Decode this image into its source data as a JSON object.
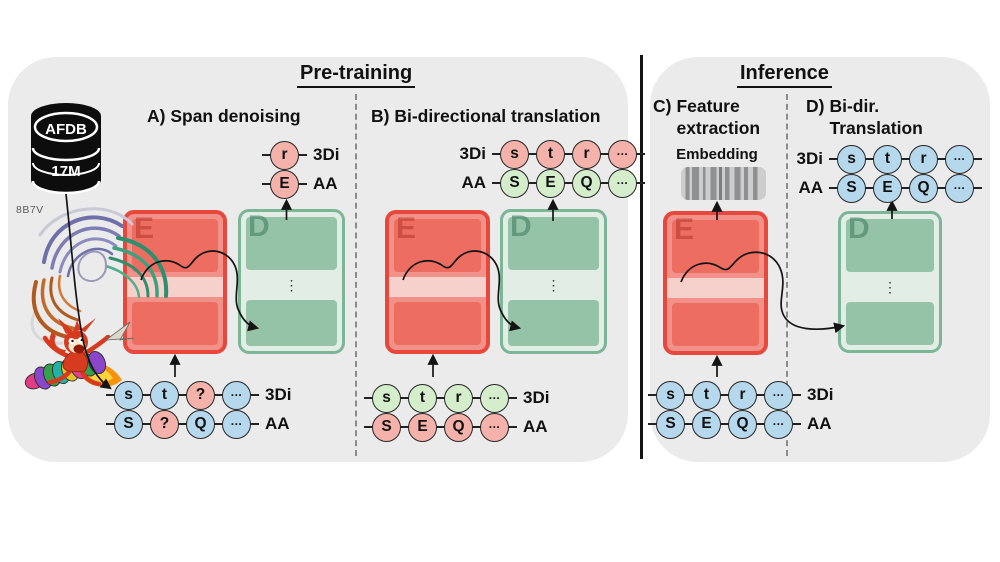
{
  "titles": {
    "pretraining": "Pre-training",
    "inference": "Inference",
    "a": "A) Span denoising",
    "b": "B) Bi-directional translation",
    "c_prefix": "C)",
    "c_line1": "Feature",
    "c_line2": "extraction",
    "d_prefix": "D)",
    "d_line1": "Bi-dir.",
    "d_line2": "Translation"
  },
  "database": {
    "label_top": "AFDB",
    "label_bottom": "17M"
  },
  "protein": {
    "pdb_id": "8B7V"
  },
  "embedding": {
    "label": "Embedding"
  },
  "blocks": {
    "encoder_letter": "E",
    "decoder_letter": "D",
    "dots": "⋮"
  },
  "rows": {
    "a_out_3di": {
      "label": "3Di",
      "tokens": [
        {
          "t": "r",
          "c": "pink"
        }
      ]
    },
    "a_out_aa": {
      "label": "AA",
      "tokens": [
        {
          "t": "E",
          "c": "pink"
        }
      ]
    },
    "a_in_3di": {
      "label": "3Di",
      "tokens": [
        {
          "t": "s",
          "c": "blue"
        },
        {
          "t": "t",
          "c": "blue"
        },
        {
          "t": "?",
          "c": "pink"
        },
        {
          "t": "...",
          "c": "blue"
        }
      ]
    },
    "a_in_aa": {
      "label": "AA",
      "tokens": [
        {
          "t": "S",
          "c": "blue"
        },
        {
          "t": "?",
          "c": "pink"
        },
        {
          "t": "Q",
          "c": "blue"
        },
        {
          "t": "...",
          "c": "blue"
        }
      ]
    },
    "b_out_3di": {
      "label": "3Di",
      "tokens": [
        {
          "t": "s",
          "c": "pink"
        },
        {
          "t": "t",
          "c": "pink"
        },
        {
          "t": "r",
          "c": "pink"
        },
        {
          "t": "...",
          "c": "pink"
        }
      ]
    },
    "b_out_aa": {
      "label": "AA",
      "tokens": [
        {
          "t": "S",
          "c": "green"
        },
        {
          "t": "E",
          "c": "green"
        },
        {
          "t": "Q",
          "c": "green"
        },
        {
          "t": "...",
          "c": "green"
        }
      ]
    },
    "b_in_3di": {
      "label": "3Di",
      "tokens": [
        {
          "t": "s",
          "c": "green"
        },
        {
          "t": "t",
          "c": "green"
        },
        {
          "t": "r",
          "c": "green"
        },
        {
          "t": "...",
          "c": "green"
        }
      ]
    },
    "b_in_aa": {
      "label": "AA",
      "tokens": [
        {
          "t": "S",
          "c": "pink"
        },
        {
          "t": "E",
          "c": "pink"
        },
        {
          "t": "Q",
          "c": "pink"
        },
        {
          "t": "...",
          "c": "pink"
        }
      ]
    },
    "d_out_3di": {
      "label": "3Di",
      "tokens": [
        {
          "t": "s",
          "c": "blue"
        },
        {
          "t": "t",
          "c": "blue"
        },
        {
          "t": "r",
          "c": "blue"
        },
        {
          "t": "...",
          "c": "blue"
        }
      ]
    },
    "d_out_aa": {
      "label": "AA",
      "tokens": [
        {
          "t": "S",
          "c": "blue"
        },
        {
          "t": "E",
          "c": "blue"
        },
        {
          "t": "Q",
          "c": "blue"
        },
        {
          "t": "...",
          "c": "blue"
        }
      ]
    },
    "inf_in_3di": {
      "label": "3Di",
      "tokens": [
        {
          "t": "s",
          "c": "blue"
        },
        {
          "t": "t",
          "c": "blue"
        },
        {
          "t": "r",
          "c": "blue"
        },
        {
          "t": "...",
          "c": "blue"
        }
      ]
    },
    "inf_in_aa": {
      "label": "AA",
      "tokens": [
        {
          "t": "S",
          "c": "blue"
        },
        {
          "t": "E",
          "c": "blue"
        },
        {
          "t": "Q",
          "c": "blue"
        },
        {
          "t": "...",
          "c": "blue"
        }
      ]
    }
  },
  "colors": {
    "panel_bg": "#ebebeb",
    "encoder_red": "#e8473b",
    "decoder_green": "#7cb697",
    "token_pink": "#f4b2ab",
    "token_green": "#d4edcb",
    "token_blue": "#b5d8ec"
  }
}
